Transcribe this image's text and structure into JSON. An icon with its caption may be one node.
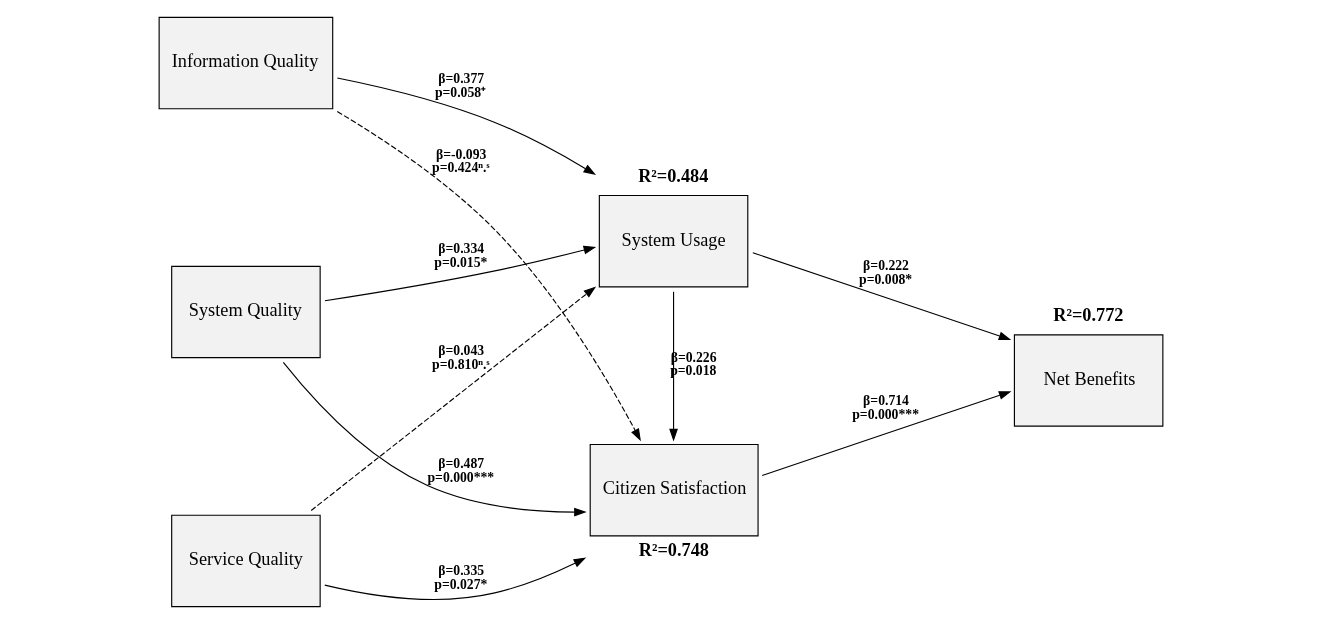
{
  "diagram": {
    "nodes": [
      {
        "text": [
          "Information Quality"
        ]
      },
      {
        "text": [
          "System Quality"
        ]
      },
      {
        "text": [
          "Service Quality"
        ]
      },
      {
        "text": [
          "System Usage"
        ],
        "beside": [
          "R²=0.484"
        ]
      },
      {
        "text": [
          "Citizen Satisfaction"
        ],
        "beside": [
          "R²=0.748"
        ]
      },
      {
        "text": [
          "Net Benefits"
        ],
        "beside": [
          "R²=0.772"
        ]
      }
    ],
    "edges": [
      {
        "from": 0,
        "to": 3,
        "arrow": "to",
        "label": "β=0.377 p=0.058⁺"
      },
      {
        "from": 0,
        "to": 4,
        "arrow": "to",
        "label": "β=-0.093 p=0.424ⁿ.ˢ",
        "style": "dashed"
      },
      {
        "from": 1,
        "to": 3,
        "arrow": "to",
        "label": "β=0.334 p=0.015*"
      },
      {
        "from": 1,
        "to": 4,
        "arrow": "to",
        "label": "β=0.487 p=0.000***"
      },
      {
        "from": 2,
        "to": 3,
        "arrow": "to",
        "label": "β=0.043 p=0.810ⁿ.ˢ",
        "style": "dashed"
      },
      {
        "from": 2,
        "to": 4,
        "arrow": "to",
        "label": "β=0.335 p=0.027*"
      },
      {
        "from": 3,
        "to": 4,
        "arrow": "to",
        "label": "β=0.226 p=0.018"
      },
      {
        "from": 3,
        "to": 5,
        "arrow": "to",
        "label": "β=0.222 p=0.008*"
      },
      {
        "from": 4,
        "to": 5,
        "arrow": "to",
        "label": "β=0.714 p=0.000***"
      }
    ]
  }
}
